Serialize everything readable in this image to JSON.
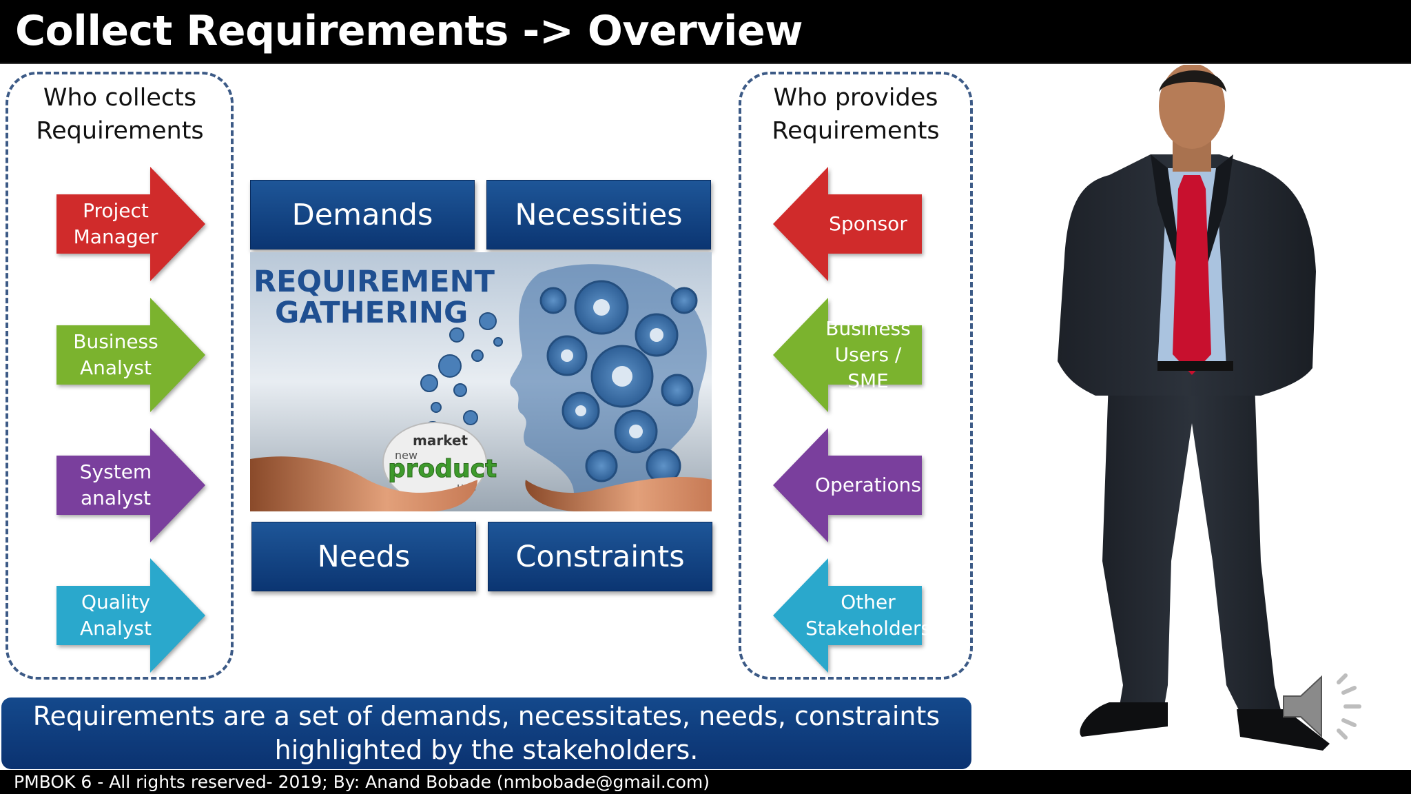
{
  "slide": {
    "title": "Collect Requirements -> Overview",
    "summary_line1": "Requirements are a set of demands, necessitates, needs, constraints",
    "summary_line2": "highlighted by the stakeholders.",
    "footer": "PMBOK 6 - All rights reserved- 2019; By: Anand Bobade (nmbobade@gmail.com)"
  },
  "collectors": {
    "heading": "Who collects\nRequirements",
    "items": [
      {
        "label": "Project\nManager",
        "color": "#d02b2b"
      },
      {
        "label": "Business\nAnalyst",
        "color": "#7bb32e"
      },
      {
        "label": "System\nanalyst",
        "color": "#7a3f9d"
      },
      {
        "label": "Quality\nAnalyst",
        "color": "#2aa8cc"
      }
    ]
  },
  "providers": {
    "heading": "Who provides\nRequirements",
    "items": [
      {
        "label": "Sponsor",
        "color": "#d02b2b"
      },
      {
        "label": "Business\nUsers / SME",
        "color": "#7bb32e"
      },
      {
        "label": "Operations",
        "color": "#7a3f9d"
      },
      {
        "label": "Other\nStakeholders",
        "color": "#2aa8cc"
      }
    ]
  },
  "concepts": {
    "demands": "Demands",
    "necessities": "Necessities",
    "needs": "Needs",
    "constraints": "Constraints"
  },
  "image": {
    "title_line1": "REQUIREMENT",
    "title_line2": "GATHERING",
    "word1": "product",
    "word2": "market",
    "word3": "new",
    "word4": "use"
  },
  "icons": {
    "speaker": "speaker-volume-icon"
  },
  "colors": {
    "title_bar": "#000000",
    "concept_box": "#0f3f7f",
    "panel_border": "#3c5a86"
  }
}
